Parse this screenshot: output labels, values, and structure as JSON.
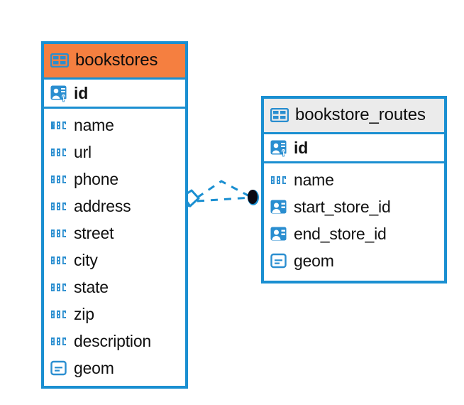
{
  "diagram": {
    "type": "entity-relationship-diagram",
    "background": "#ffffff",
    "accent_color": "#1a8fd1",
    "selected_header_color": "#f57f40",
    "unselected_header_color": "#ebebeb"
  },
  "tables": [
    {
      "name": "bookstores",
      "state": "selected",
      "header_color": "#f57f40",
      "table_icon": "table-grid-icon",
      "primary_key": {
        "label": "id",
        "icon": "primary-key-card-icon",
        "bold": true
      },
      "fields": [
        {
          "label": "name",
          "icon": "abc-text-icon"
        },
        {
          "label": "url",
          "icon": "abc-text-icon"
        },
        {
          "label": "phone",
          "icon": "abc-text-icon"
        },
        {
          "label": "address",
          "icon": "abc-text-icon"
        },
        {
          "label": "street",
          "icon": "abc-text-icon"
        },
        {
          "label": "city",
          "icon": "abc-text-icon"
        },
        {
          "label": "state",
          "icon": "abc-text-icon"
        },
        {
          "label": "zip",
          "icon": "abc-text-icon"
        },
        {
          "label": "description",
          "icon": "abc-text-icon"
        },
        {
          "label": "geom",
          "icon": "geometry-icon"
        }
      ]
    },
    {
      "name": "bookstore_routes",
      "state": "unselected",
      "header_color": "#ebebeb",
      "table_icon": "table-grid-icon",
      "primary_key": {
        "label": "id",
        "icon": "primary-key-card-icon",
        "bold": true
      },
      "fields": [
        {
          "label": "name",
          "icon": "abc-text-icon"
        },
        {
          "label": "start_store_id",
          "icon": "foreign-key-card-icon"
        },
        {
          "label": "end_store_id",
          "icon": "foreign-key-card-icon"
        },
        {
          "label": "geom",
          "icon": "geometry-icon"
        }
      ]
    }
  ],
  "relationship": {
    "style": "dashed",
    "color": "#1a8fd1",
    "source_table": "bookstores",
    "target_table": "bookstore_routes",
    "source_endpoint": "diamond-crowsfoot-marker",
    "target_endpoint": "filled-dot-marker",
    "target_endpoint_color": "#0a0a14"
  }
}
